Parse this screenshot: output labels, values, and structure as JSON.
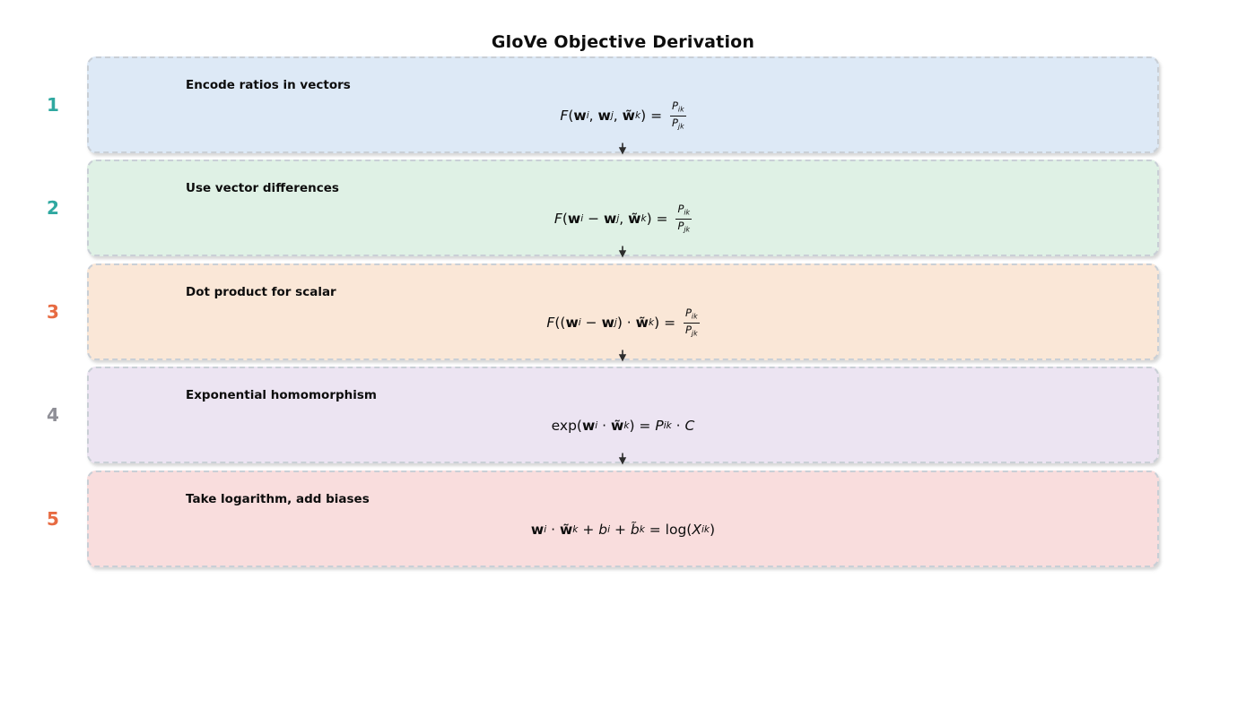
{
  "title": "GloVe Objective Derivation",
  "arrow_color": "#2d2d2d",
  "steps": [
    {
      "number": "1",
      "number_color": "#2fa8a0",
      "bg_color": "#dde9f6",
      "title": "Encode ratios in vectors",
      "formula": "F(w_i, w_j, w̃_k) = P_ik / P_jk",
      "formula_tokens": [
        {
          "t": "F",
          "style": "italic"
        },
        {
          "t": "("
        },
        {
          "t": "w",
          "style": "bold"
        },
        {
          "t": "i",
          "style": "italic",
          "sub": true
        },
        {
          "t": ", "
        },
        {
          "t": "w",
          "style": "bold"
        },
        {
          "t": "j",
          "style": "italic",
          "sub": true
        },
        {
          "t": ", "
        },
        {
          "t": "w̃",
          "style": "bold"
        },
        {
          "t": "k",
          "style": "italic",
          "sub": true
        },
        {
          "t": ") = "
        },
        {
          "frac": {
            "num": [
              {
                "t": "P",
                "style": "italic"
              },
              {
                "t": "ik",
                "style": "italic",
                "sub": true
              }
            ],
            "den": [
              {
                "t": "P",
                "style": "italic"
              },
              {
                "t": "jk",
                "style": "italic",
                "sub": true
              }
            ]
          }
        }
      ]
    },
    {
      "number": "2",
      "number_color": "#2fa8a0",
      "bg_color": "#dff1e5",
      "title": "Use vector differences",
      "formula": "F(w_i − w_j, w̃_k) = P_ik / P_jk",
      "formula_tokens": [
        {
          "t": "F",
          "style": "italic"
        },
        {
          "t": "("
        },
        {
          "t": "w",
          "style": "bold"
        },
        {
          "t": "i",
          "style": "italic",
          "sub": true
        },
        {
          "t": " − "
        },
        {
          "t": "w",
          "style": "bold"
        },
        {
          "t": "j",
          "style": "italic",
          "sub": true
        },
        {
          "t": ", "
        },
        {
          "t": "w̃",
          "style": "bold"
        },
        {
          "t": "k",
          "style": "italic",
          "sub": true
        },
        {
          "t": ") = "
        },
        {
          "frac": {
            "num": [
              {
                "t": "P",
                "style": "italic"
              },
              {
                "t": "ik",
                "style": "italic",
                "sub": true
              }
            ],
            "den": [
              {
                "t": "P",
                "style": "italic"
              },
              {
                "t": "jk",
                "style": "italic",
                "sub": true
              }
            ]
          }
        }
      ]
    },
    {
      "number": "3",
      "number_color": "#e76b42",
      "bg_color": "#fae7d7",
      "title": "Dot product for scalar",
      "formula": "F((w_i − w_j) · w̃_k) = P_ik / P_jk",
      "formula_tokens": [
        {
          "t": "F",
          "style": "italic"
        },
        {
          "t": "(("
        },
        {
          "t": "w",
          "style": "bold"
        },
        {
          "t": "i",
          "style": "italic",
          "sub": true
        },
        {
          "t": " − "
        },
        {
          "t": "w",
          "style": "bold"
        },
        {
          "t": "j",
          "style": "italic",
          "sub": true
        },
        {
          "t": ") · "
        },
        {
          "t": "w̃",
          "style": "bold"
        },
        {
          "t": "k",
          "style": "italic",
          "sub": true
        },
        {
          "t": ") = "
        },
        {
          "frac": {
            "num": [
              {
                "t": "P",
                "style": "italic"
              },
              {
                "t": "ik",
                "style": "italic",
                "sub": true
              }
            ],
            "den": [
              {
                "t": "P",
                "style": "italic"
              },
              {
                "t": "jk",
                "style": "italic",
                "sub": true
              }
            ]
          }
        }
      ]
    },
    {
      "number": "4",
      "number_color": "#8f8f97",
      "bg_color": "#ece4f2",
      "title": "Exponential homomorphism",
      "formula": "exp(w_i · w̃_k) = P_ik · C",
      "formula_tokens": [
        {
          "t": "exp("
        },
        {
          "t": "w",
          "style": "bold"
        },
        {
          "t": "i",
          "style": "italic",
          "sub": true
        },
        {
          "t": " · "
        },
        {
          "t": "w̃",
          "style": "bold"
        },
        {
          "t": "k",
          "style": "italic",
          "sub": true
        },
        {
          "t": ") = "
        },
        {
          "t": "P",
          "style": "italic"
        },
        {
          "t": "ik",
          "style": "italic",
          "sub": true
        },
        {
          "t": " · "
        },
        {
          "t": "C",
          "style": "italic"
        }
      ]
    },
    {
      "number": "5",
      "number_color": "#e76b42",
      "bg_color": "#f9dddd",
      "title": "Take logarithm, add biases",
      "formula": "w_i · w̃_k + b_i + b̃_k = log(X_ik)",
      "formula_tokens": [
        {
          "t": "w",
          "style": "bold"
        },
        {
          "t": "i",
          "style": "italic",
          "sub": true
        },
        {
          "t": " · "
        },
        {
          "t": "w̃",
          "style": "bold"
        },
        {
          "t": "k",
          "style": "italic",
          "sub": true
        },
        {
          "t": " + "
        },
        {
          "t": "b",
          "style": "italic"
        },
        {
          "t": "i",
          "style": "italic",
          "sub": true
        },
        {
          "t": " + "
        },
        {
          "t": "b̃",
          "style": "italic"
        },
        {
          "t": "k",
          "style": "italic",
          "sub": true
        },
        {
          "t": " = log("
        },
        {
          "t": "X",
          "style": "italic"
        },
        {
          "t": "ik",
          "style": "italic",
          "sub": true
        },
        {
          "t": ")"
        }
      ]
    }
  ]
}
